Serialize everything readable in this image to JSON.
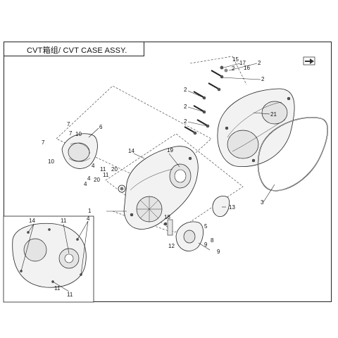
{
  "title": "CVT箱组/ CVT CASE ASSY.",
  "labels": {
    "l1": "1",
    "l2a": "2",
    "l2b": "2",
    "l2c": "2",
    "l2d": "2",
    "l2e": "2",
    "l2f": "2",
    "l3": "3",
    "l4a": "4",
    "l4b": "4",
    "l4c": "4",
    "l4d": "4",
    "l5": "5",
    "l6": "6",
    "l7a": "7",
    "l7b": "7",
    "l7c": "7",
    "l8": "8",
    "l9a": "9",
    "l9b": "9",
    "l10a": "10",
    "l10b": "10",
    "l11a": "11",
    "l11b": "11",
    "l11c": "11",
    "l11d": "11",
    "l11e": "11",
    "l12": "12",
    "l13": "13",
    "l14a": "14",
    "l14b": "14",
    "l15": "15",
    "l16": "16",
    "l17": "17",
    "l18": "18",
    "l19": "19",
    "l20a": "20",
    "l20b": "20",
    "l21": "21"
  },
  "icons": {
    "arrow_indicator": "arrow-icon"
  }
}
